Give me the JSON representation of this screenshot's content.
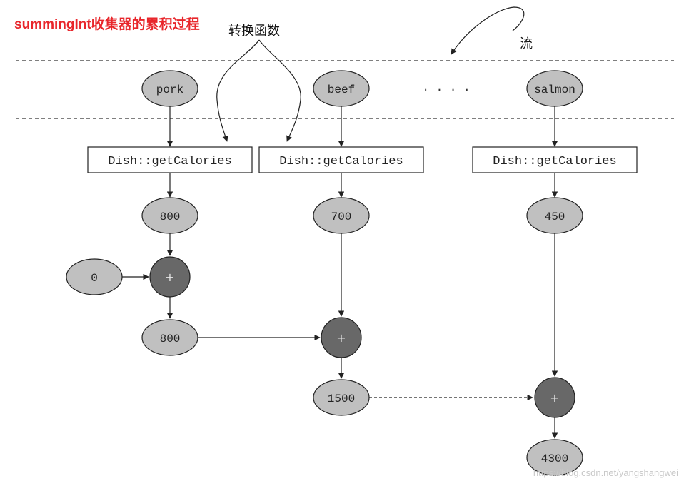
{
  "title": "summingInt收集器的累积过程",
  "labels": {
    "transform_function": "转换函数",
    "stream": "流"
  },
  "stream_items": [
    {
      "label": "pork"
    },
    {
      "label": "beef"
    },
    {
      "label": "salmon"
    }
  ],
  "ellipsis": "· · · ·",
  "function_label": "Dish::getCalories",
  "calories": [
    "800",
    "700",
    "450"
  ],
  "initial_value": "0",
  "plus_symbol": "+",
  "partial_sums": [
    "800",
    "1500"
  ],
  "final_sum": "4300",
  "watermark": "https://blog.csdn.net/yangshangwei",
  "colors": {
    "title": "#e8262b",
    "ellipse_fill": "#c0c0c0",
    "operator_fill": "#686868",
    "stroke": "#222222"
  }
}
